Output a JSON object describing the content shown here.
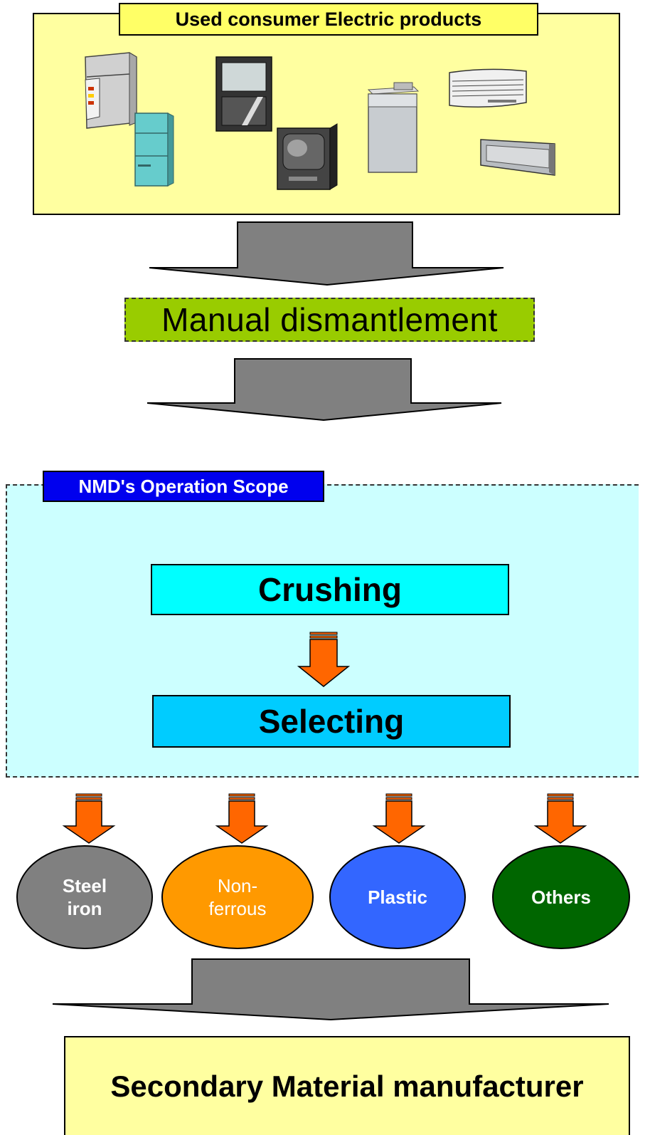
{
  "products": {
    "title": "Used consumer Electric products",
    "items": [
      {
        "name": "refrigerator-icon"
      },
      {
        "name": "refrigerator-icon"
      },
      {
        "name": "display-cabinet-icon"
      },
      {
        "name": "television-icon"
      },
      {
        "name": "washing-machine-icon"
      },
      {
        "name": "air-conditioner-icon"
      },
      {
        "name": "air-conditioner-icon"
      }
    ]
  },
  "manual": {
    "label": "Manual dismantlement"
  },
  "scope": {
    "label": "NMD's Operation Scope",
    "crushing": "Crushing",
    "selecting": "Selecting"
  },
  "outputs": [
    {
      "label": "Steel\niron",
      "color": "#808080"
    },
    {
      "label": "Non-\nferrous",
      "color": "#ff9900"
    },
    {
      "label": "Plastic",
      "color": "#3366ff"
    },
    {
      "label": "Others",
      "color": "#006600"
    }
  ],
  "secondary": {
    "label": "Secondary Material manufacturer"
  },
  "colors": {
    "big_arrow": "#808080",
    "small_arrow": "#ff6600",
    "products_bg": "#ffffa0",
    "scope_bg": "#ccffff",
    "manual_bg": "#99cc00"
  }
}
